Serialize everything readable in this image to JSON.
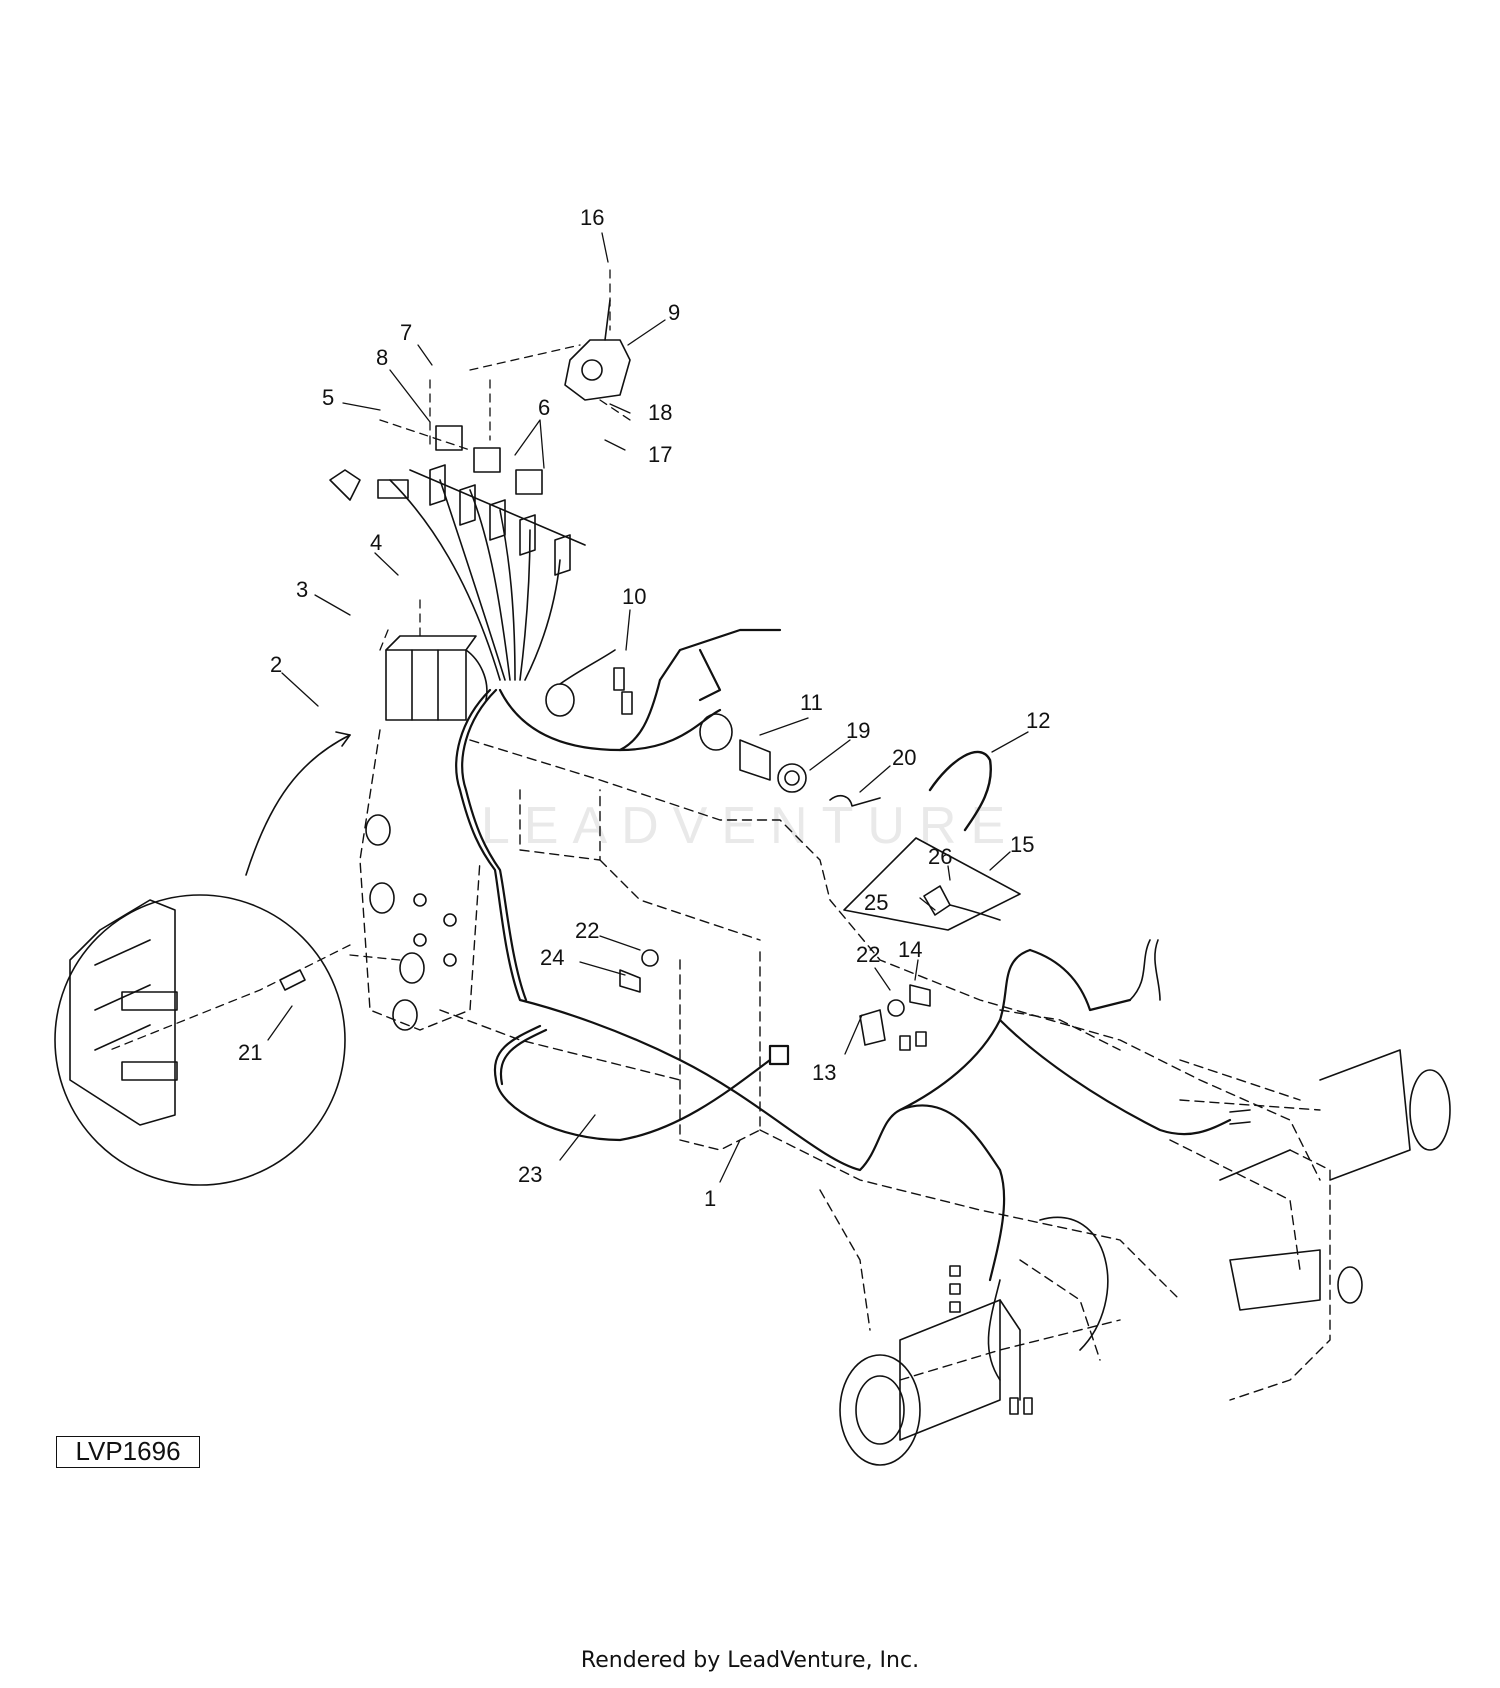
{
  "diagram": {
    "reference_code": "LVP1696",
    "footer": "Rendered by LeadVenture, Inc.",
    "watermark": "LEADVENTURE",
    "callouts": [
      "16",
      "9",
      "7",
      "8",
      "5",
      "6",
      "18",
      "17",
      "4",
      "3",
      "10",
      "2",
      "11",
      "19",
      "12",
      "20",
      "15",
      "26",
      "25",
      "22",
      "24",
      "22",
      "14",
      "13",
      "21",
      "23",
      "1"
    ]
  }
}
